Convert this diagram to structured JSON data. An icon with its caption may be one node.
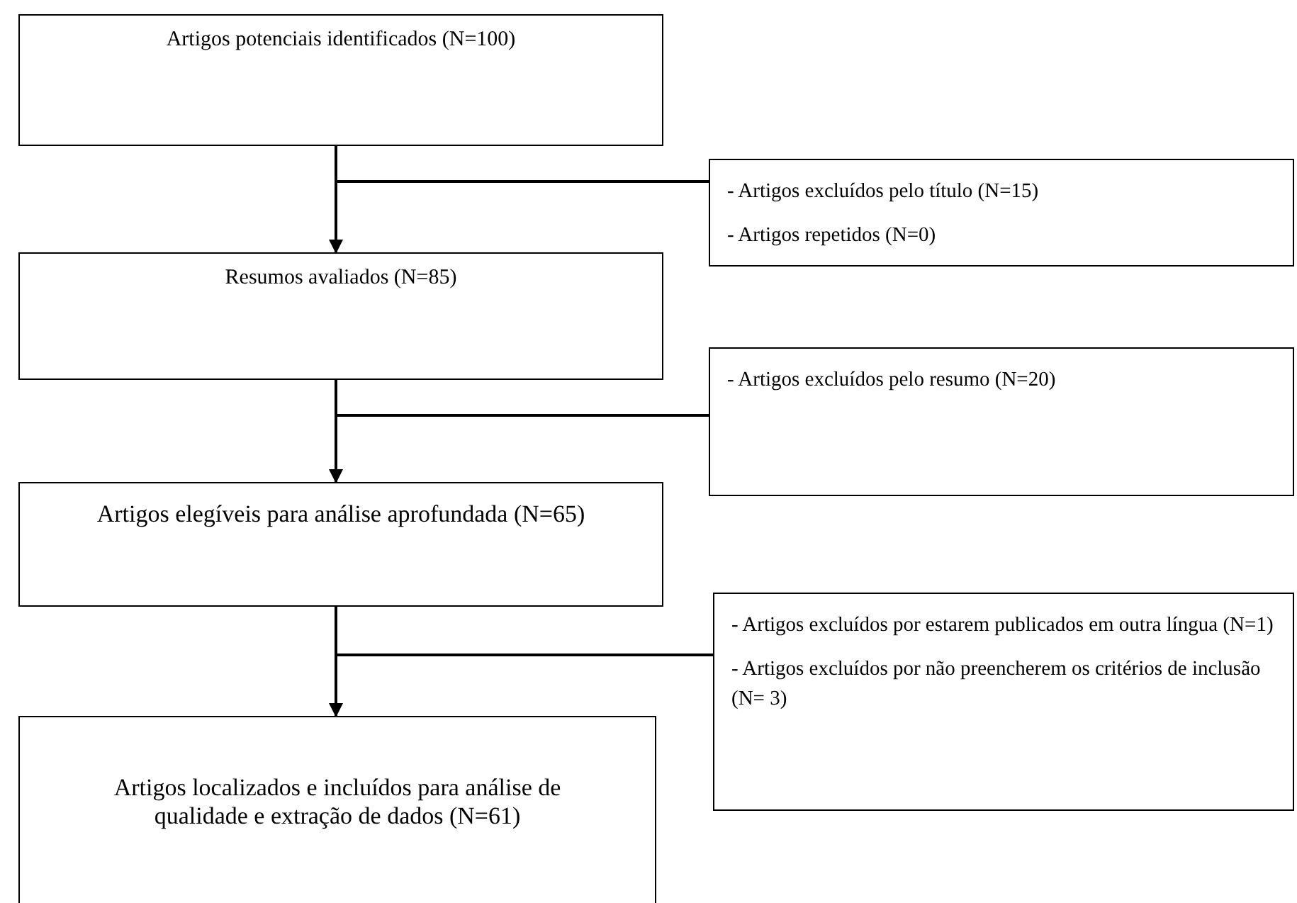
{
  "diagram": {
    "nodes": [
      {
        "text": [
          "Artigos potenciais identificados (N=100)"
        ]
      },
      {
        "text": [
          "- Artigos excluídos pelo título (N=15)",
          "- Artigos repetidos (N=0)"
        ]
      },
      {
        "text": [
          "Resumos avaliados (N=85)"
        ]
      },
      {
        "text": [
          "- Artigos excluídos pelo resumo (N=20)"
        ]
      },
      {
        "text": [
          "Artigos elegíveis para análise aprofundada (N=65)"
        ]
      },
      {
        "text": [
          "- Artigos excluídos por estarem publicados em outra língua (N=1)",
          "- Artigos excluídos por não preencherem os critérios de inclusão (N= 3)"
        ]
      },
      {
        "text": [
          "Artigos localizados e incluídos para análise de qualidade e extração de dados (N=61)"
        ]
      }
    ],
    "edges": [
      {
        "from": 0,
        "to": 2,
        "arrow": "to"
      },
      {
        "from": 0,
        "to": 1,
        "arrow": "none"
      },
      {
        "from": 2,
        "to": 4,
        "arrow": "to"
      },
      {
        "from": 2,
        "to": 3,
        "arrow": "none"
      },
      {
        "from": 4,
        "to": 6,
        "arrow": "to"
      },
      {
        "from": 4,
        "to": 5,
        "arrow": "none"
      }
    ]
  }
}
